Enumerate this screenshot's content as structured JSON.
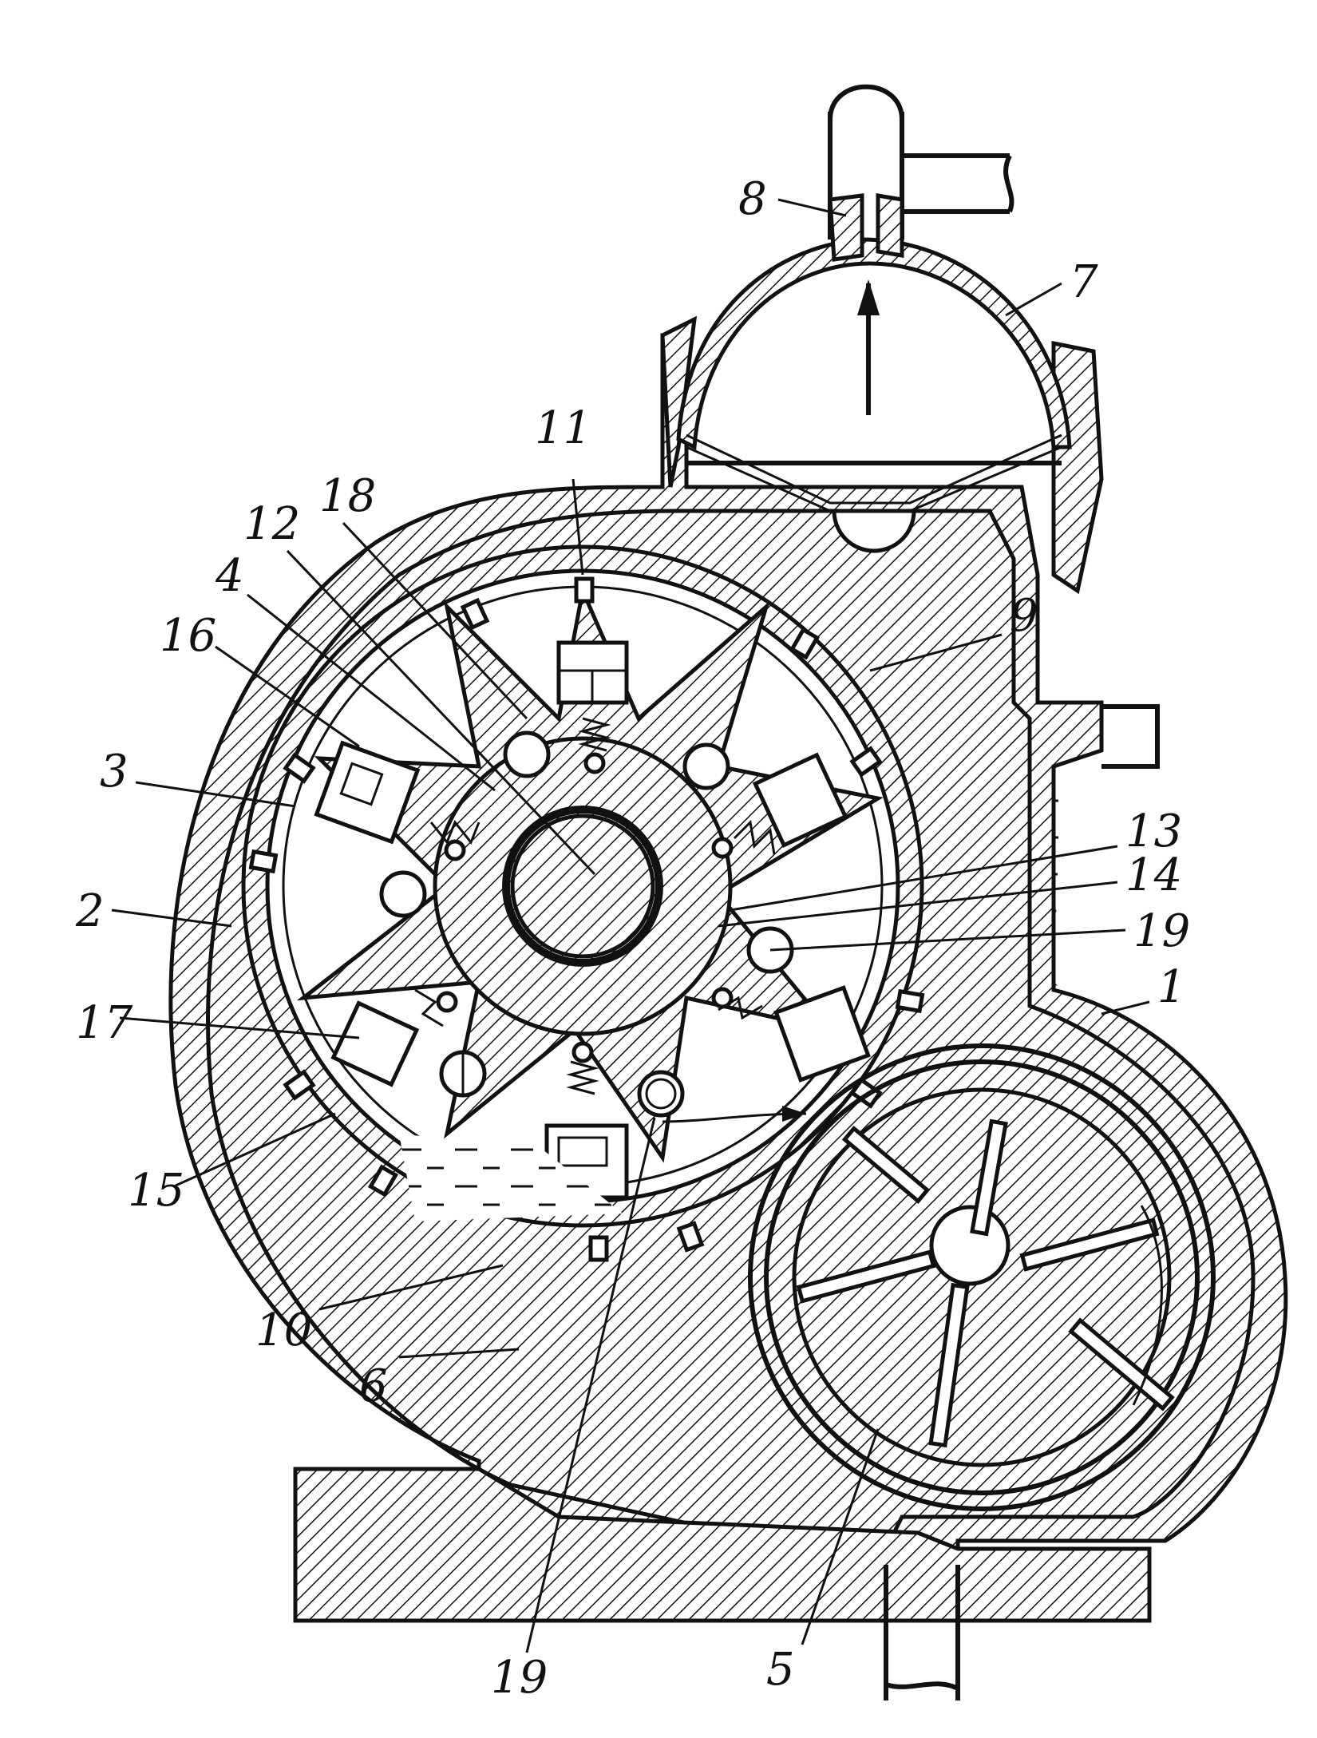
{
  "figure": {
    "callouts": [
      {
        "id": "c8",
        "text": "8"
      },
      {
        "id": "c7",
        "text": "7"
      },
      {
        "id": "c11",
        "text": "11"
      },
      {
        "id": "c18",
        "text": "18"
      },
      {
        "id": "c12",
        "text": "12"
      },
      {
        "id": "c4",
        "text": "4"
      },
      {
        "id": "c16",
        "text": "16"
      },
      {
        "id": "c9",
        "text": "9"
      },
      {
        "id": "c3",
        "text": "3"
      },
      {
        "id": "c13",
        "text": "13"
      },
      {
        "id": "c14",
        "text": "14"
      },
      {
        "id": "c2",
        "text": "2"
      },
      {
        "id": "c19a",
        "text": "19"
      },
      {
        "id": "c1",
        "text": "1"
      },
      {
        "id": "c17",
        "text": "17"
      },
      {
        "id": "c15",
        "text": "15"
      },
      {
        "id": "c10",
        "text": "10"
      },
      {
        "id": "c6",
        "text": "6"
      },
      {
        "id": "c19b",
        "text": "19"
      },
      {
        "id": "c5",
        "text": "5"
      }
    ]
  }
}
